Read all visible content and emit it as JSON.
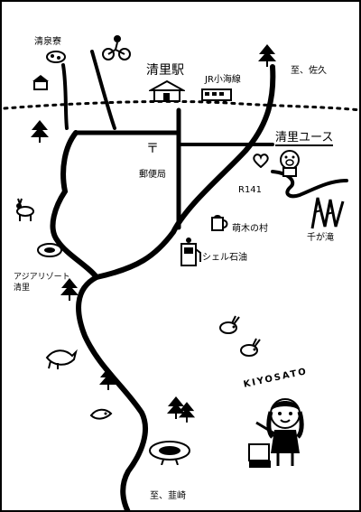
{
  "labels": {
    "seisenryo": "清泉寮",
    "kiyosato_station": "清里駅",
    "jr_line": "JR小海線",
    "to_saku": "至、佐久",
    "kiyosato_youth": "清里ユース",
    "post_office": "郵便局",
    "route": "R141",
    "moegi_village": "萌木の村",
    "chigataki": "千が滝",
    "shell": "シェル石油",
    "asia_resort_line1": "アジアリゾート",
    "asia_resort_line2": "清里",
    "kiyosato_en": "KIYOSATO",
    "to_nirasaki": "至、韮崎"
  },
  "icons": {
    "post_mark": "〒",
    "trees": "tree-icon",
    "mascot": "pig-mascot-icon"
  },
  "colors": {
    "ink": "#000000",
    "paper": "#ffffff"
  }
}
